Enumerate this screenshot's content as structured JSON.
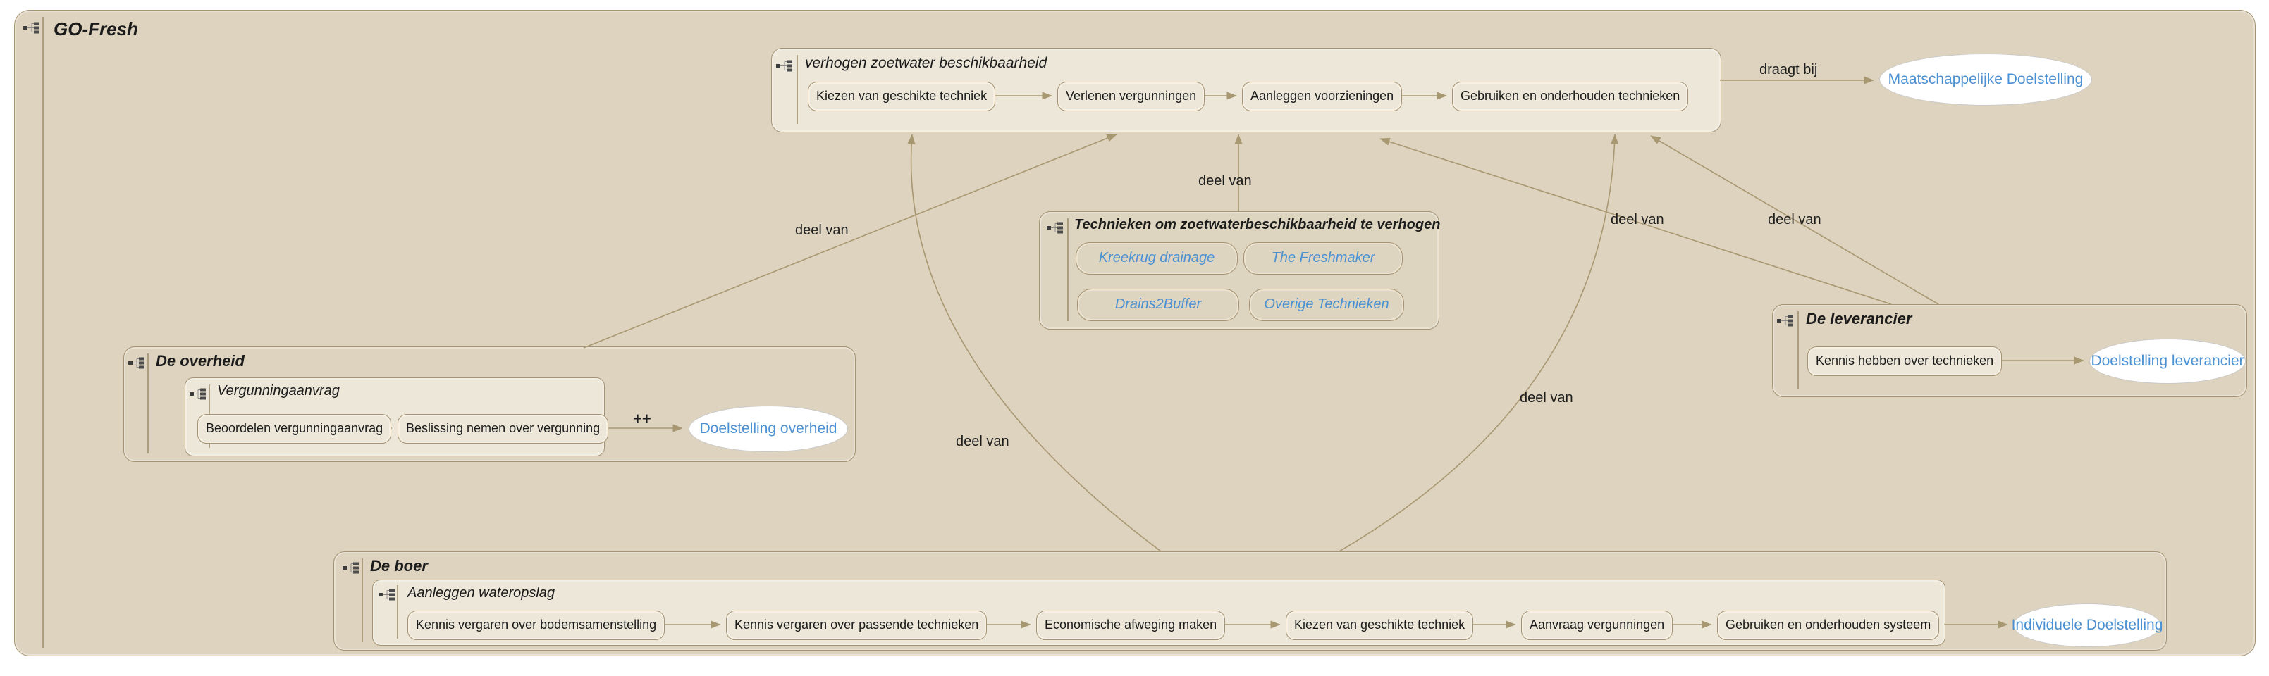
{
  "root": {
    "title": "GO-Fresh"
  },
  "verhogen": {
    "title": "verhogen zoetwater beschikbaarheid",
    "steps": [
      "Kiezen van geschikte techniek",
      "Verlenen vergunningen",
      "Aanleggen voorzieningen",
      "Gebruiken en onderhouden technieken"
    ]
  },
  "maatschappelijke_doelstelling": "Maatschappelijke Doelstelling",
  "technieken": {
    "title": "Technieken om zoetwaterbeschikbaarheid te verhogen",
    "items": [
      "Kreekrug drainage",
      "The Freshmaker",
      "Drains2Buffer",
      "Overige Technieken"
    ]
  },
  "overheid": {
    "title": "De overheid",
    "subprocess": {
      "title": "Vergunningaanvrag",
      "steps": [
        "Beoordelen vergunningaanvrag",
        "Beslissing nemen over vergunning"
      ]
    },
    "goal": "Doelstelling overheid"
  },
  "leverancier": {
    "title": "De leverancier",
    "task": "Kennis hebben over technieken",
    "goal": "Doelstelling leverancier"
  },
  "boer": {
    "title": "De boer",
    "subprocess": {
      "title": "Aanleggen wateropslag",
      "steps": [
        "Kennis vergaren over bodemsamenstelling",
        "Kennis vergaren over passende technieken",
        "Economische afweging maken",
        "Kiezen van geschikte techniek",
        "Aanvraag vergunningen",
        "Gebruiken en onderhouden systeem"
      ]
    },
    "goal": "Individuele Doelstelling"
  },
  "edge_labels": {
    "draagt_bij": "draagt bij",
    "deel_van": "deel van",
    "contribution": "++"
  },
  "colors": {
    "page_bg": "#ffffff",
    "outer_fill": "#ddd3be",
    "panel_fill": "#ece7d9",
    "panel_fill_dark": "#ded5c0",
    "border": "#a59474",
    "line": "#a89872",
    "text": "#1b1b1b",
    "goal_text": "#4a90d2",
    "ellipse_fill": "#ffffff"
  }
}
